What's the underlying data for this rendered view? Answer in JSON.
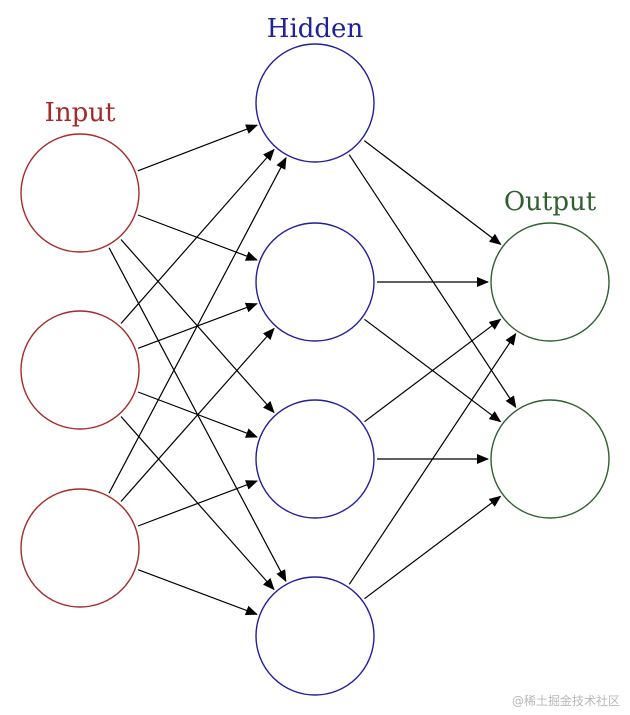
{
  "layers": [
    {
      "id": "input",
      "title": "Input",
      "color": "#a52a2a",
      "count": 3
    },
    {
      "id": "hidden",
      "title": "Hidden",
      "color": "#1f1fa0",
      "count": 4
    },
    {
      "id": "output",
      "title": "Output",
      "color": "#2f5f2f",
      "count": 2
    }
  ],
  "connections": "fully-connected",
  "arrow_color": "#000000",
  "watermark": "@稀土掘金技术社区"
}
